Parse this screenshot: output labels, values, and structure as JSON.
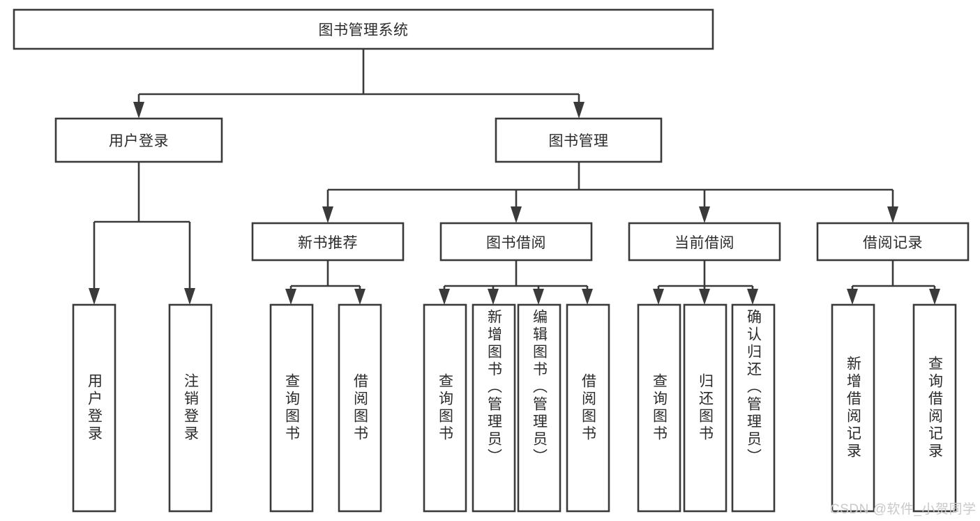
{
  "diagram": {
    "type": "tree-hierarchy",
    "orientation": "top-down",
    "title_node": "图书管理系统",
    "style": {
      "box_fill": "#ffffff",
      "box_stroke": "#3a3a3a",
      "text_color": "#2b2b2b",
      "background": "#ffffff",
      "watermark_color": "#c9c9c9"
    },
    "nodes": {
      "root": {
        "label": "图书管理系统"
      },
      "level2": [
        {
          "label": "用户登录"
        },
        {
          "label": "图书管理"
        }
      ],
      "level3": [
        {
          "label": "新书推荐"
        },
        {
          "label": "图书借阅"
        },
        {
          "label": "当前借阅"
        },
        {
          "label": "借阅记录"
        }
      ],
      "leaves": {
        "user_login": [
          {
            "label": "用户登录"
          },
          {
            "label": "注销登录"
          }
        ],
        "new_book": [
          {
            "label": "查询图书"
          },
          {
            "label": "借阅图书"
          }
        ],
        "book_borrow": [
          {
            "label": "查询图书"
          },
          {
            "label": "新增图书（管理员）"
          },
          {
            "label": "编辑图书（管理员）"
          },
          {
            "label": "借阅图书"
          }
        ],
        "current_borrow": [
          {
            "label": "查询图书"
          },
          {
            "label": "归还图书"
          },
          {
            "label": "确认归还（管理员）"
          }
        ],
        "borrow_record": [
          {
            "label": "新增借阅记录"
          },
          {
            "label": "查询借阅记录"
          }
        ]
      }
    },
    "watermark": "CSDN @软件_小贺同学"
  }
}
